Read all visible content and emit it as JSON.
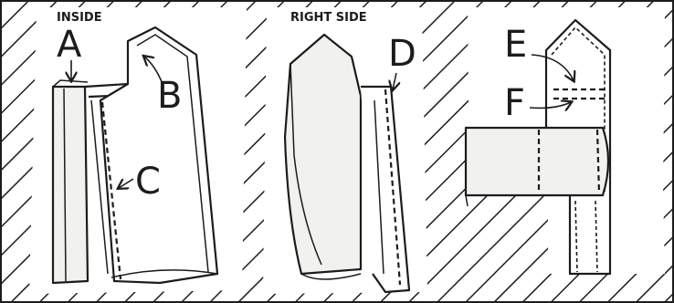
{
  "panels": [
    {
      "id": "inside",
      "label": "INSIDE",
      "markers": [
        "A",
        "B",
        "C"
      ]
    },
    {
      "id": "right-side",
      "label": "RIGHT SIDE",
      "markers": [
        "D"
      ]
    },
    {
      "id": "finished",
      "label": "",
      "markers": [
        "E",
        "F"
      ]
    }
  ],
  "colors": {
    "ink": "#1c1c1c",
    "paper": "#ffffff",
    "shade": "#f1f1ef"
  }
}
